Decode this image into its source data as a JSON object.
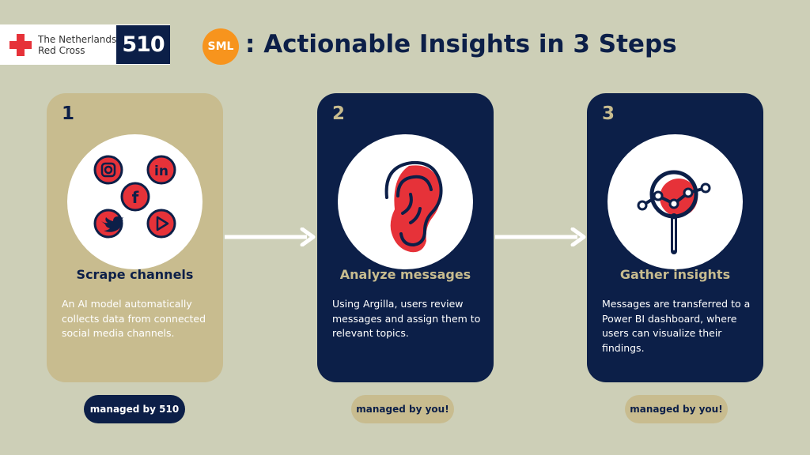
{
  "logos": {
    "red_cross_line1": "The Netherlands",
    "red_cross_line2": "Red Cross",
    "org_510": "510",
    "sml": "SML"
  },
  "title": ": Actionable Insights in 3 Steps",
  "steps": [
    {
      "number": "1",
      "title": "Scrape channels",
      "description": "An AI model automatically collects data from connected social media channels.",
      "icon": "social-media-icons",
      "managed_by": "managed by 510"
    },
    {
      "number": "2",
      "title": "Analyze messages",
      "description": "Using Argilla, users review messages and assign them to relevant topics.",
      "icon": "ear-icon",
      "managed_by": "managed by you!"
    },
    {
      "number": "3",
      "title": "Gather insights",
      "description": "Messages are transferred to a Power BI dashboard, where users can visualize their findings.",
      "icon": "magnifier-chart-icon",
      "managed_by": "managed by you!"
    }
  ],
  "colors": {
    "background": "#cdcfb7",
    "navy": "#0c1f48",
    "gold": "#c8bc8f",
    "red": "#e63239",
    "orange": "#f7941d"
  }
}
